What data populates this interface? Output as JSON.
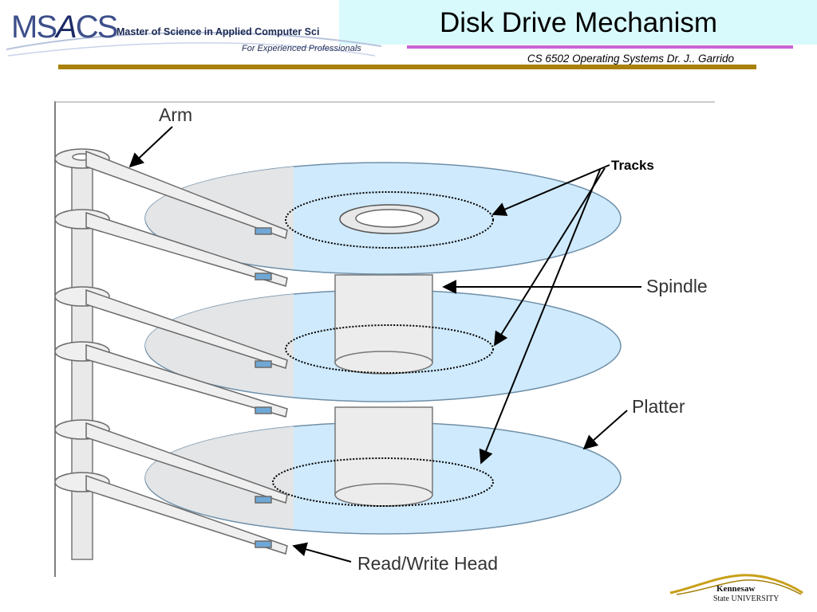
{
  "header": {
    "logo": {
      "ms": "MS",
      "a": "A",
      "cs": "CS",
      "tagline": "Master of Science in Applied Computer Sci",
      "subtitle": "For Experienced Professionals"
    },
    "title": "Disk Drive Mechanism",
    "course": "CS 6502 Operating Systems   Dr. J.. Garrido"
  },
  "diagram": {
    "labels": {
      "arm": "Arm",
      "tracks": "Tracks",
      "spindle": "Spindle",
      "platter": "Platter",
      "read_write_head": "Read/Write Head"
    }
  },
  "footer": {
    "logo_text": "Kennesaw State University"
  },
  "colors": {
    "platter": "#cfeafc",
    "title_rule": "#c765d6",
    "gold_rule": "#a98009",
    "header_band": "#d9fafc"
  }
}
